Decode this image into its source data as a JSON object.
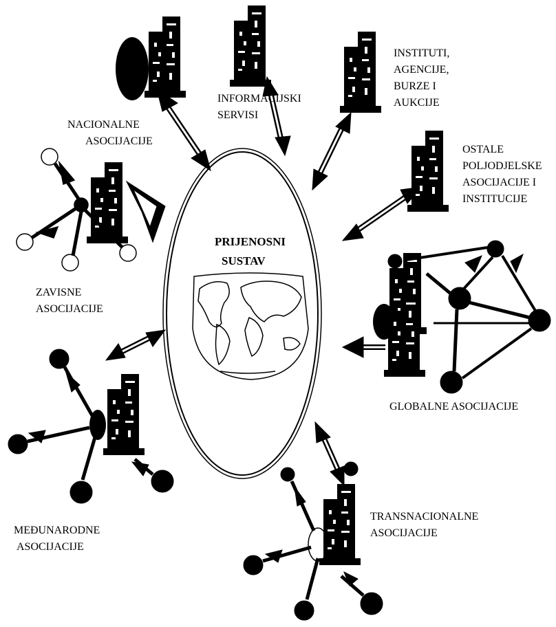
{
  "center": {
    "title_line1": "PRIJENOSNI",
    "title_line2": "SUSTAV",
    "globe": "world-map"
  },
  "nodes": [
    {
      "id": "nacionalne",
      "lines": [
        "NACIONALNE",
        "ASOCIJACIJE"
      ]
    },
    {
      "id": "informacijski",
      "lines": [
        "INFORMACIJSKI",
        "SERVISI"
      ]
    },
    {
      "id": "instituti",
      "lines": [
        "INSTITUTI,",
        "AGENCIJE,",
        "BURZE I",
        "AUKCIJE"
      ]
    },
    {
      "id": "ostale",
      "lines": [
        "OSTALE",
        "POLJODJELSKE",
        "ASOCIJACIJE I",
        "INSTITUCIJE"
      ]
    },
    {
      "id": "globalne",
      "lines": [
        "GLOBALNE ASOCIJACIJE"
      ]
    },
    {
      "id": "transnacionalne",
      "lines": [
        "TRANSNACIONALNE",
        "ASOCIJACIJE"
      ]
    },
    {
      "id": "medunarodne",
      "lines": [
        "MEĐUNARODNE",
        "ASOCIJACIJE"
      ]
    },
    {
      "id": "zavisne",
      "lines": [
        "ZAVISNE",
        "ASOCIJACIJE"
      ]
    }
  ],
  "icons": [
    "building-icon",
    "globe-icon",
    "double-arrow-icon",
    "node-circle-icon"
  ]
}
